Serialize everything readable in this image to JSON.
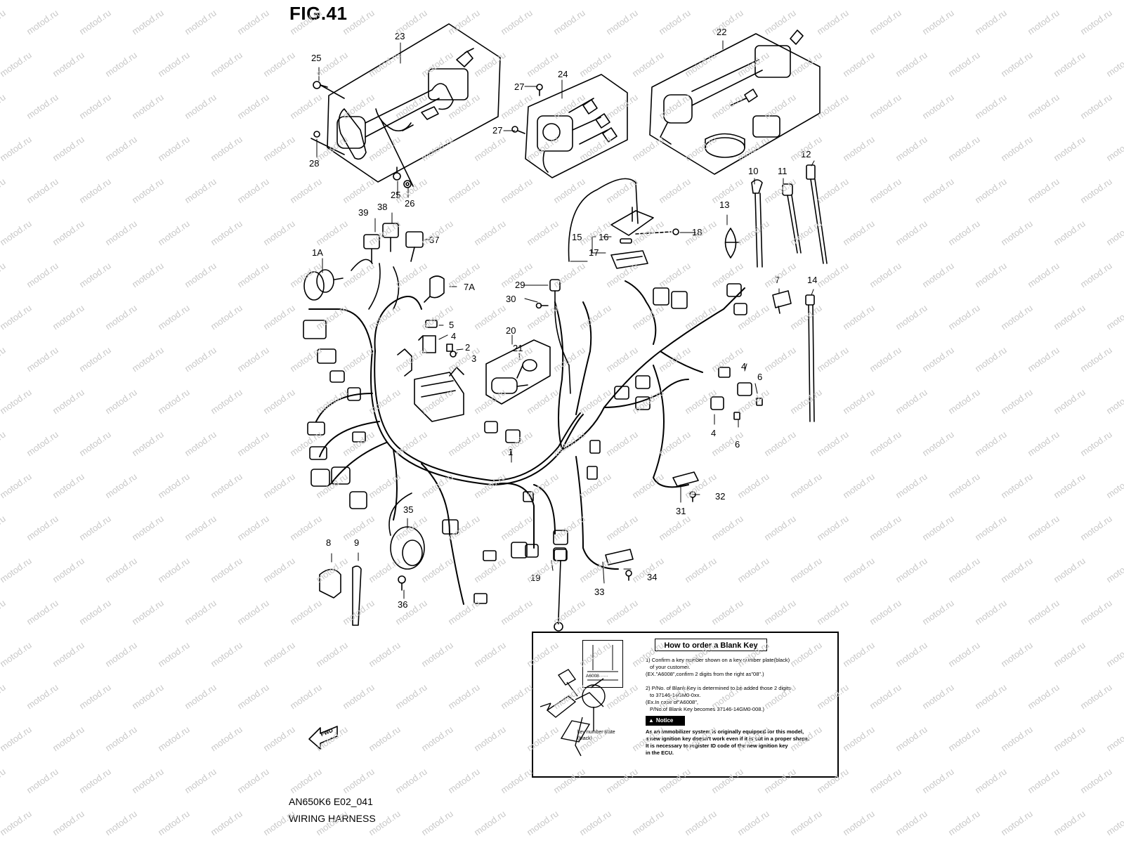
{
  "figure": {
    "title": "FIG.41",
    "model_code": "AN650K6 E02_041",
    "diagram_title": "WIRING HARNESS"
  },
  "watermark": "motod.ru",
  "direction_arrow": "FWD",
  "callouts": {
    "c1": "1",
    "c1A": "1A",
    "c2": "2",
    "c3": "3",
    "c4a": "4",
    "c4b": "4",
    "c4c": "4",
    "c5": "5",
    "c6a": "6",
    "c6b": "6",
    "c7": "7",
    "c7A": "7A",
    "c8": "8",
    "c9": "9",
    "c10": "10",
    "c11": "11",
    "c12": "12",
    "c13": "13",
    "c14": "14",
    "c15": "15",
    "c16": "16",
    "c17": "17",
    "c18": "18",
    "c19": "19",
    "c20": "20",
    "c21": "21",
    "c22": "22",
    "c23": "23",
    "c24": "24",
    "c25a": "25",
    "c25b": "25",
    "c26": "26",
    "c27a": "27",
    "c27b": "27",
    "c28": "28",
    "c29": "29",
    "c30": "30",
    "c31": "31",
    "c32": "32",
    "c33": "33",
    "c34": "34",
    "c35": "35",
    "c36": "36",
    "c37": "37",
    "c38": "38",
    "c39": "39"
  },
  "info_box": {
    "title": "How to order a Blank Key",
    "instructions": [
      "1) Confirm a key number shown on a key number plate(black)",
      "of your customer.",
      "(EX.\"A6008\",confirm 2 digits from the right as\"08\".)",
      "",
      "2) P/No. of Blank Key is determined to be added those 2 digits",
      "to 37146-14GM0-0xx.",
      "(Ex.In case of\"A6008\",",
      "P/No.of Blank Key becomes 37146-14GM0-008.)"
    ],
    "notice_label": "Notice",
    "notice_text": [
      "As an immobilizer system is originally equipped for this model,",
      "a new ignition key doesn't work even if it is cut in a proper shape.",
      "It is necessary to register ID code of the new ignition key",
      "in the ECU."
    ],
    "key_plate_code": "A6008······",
    "key_plate_label": "key number plate (black)"
  }
}
